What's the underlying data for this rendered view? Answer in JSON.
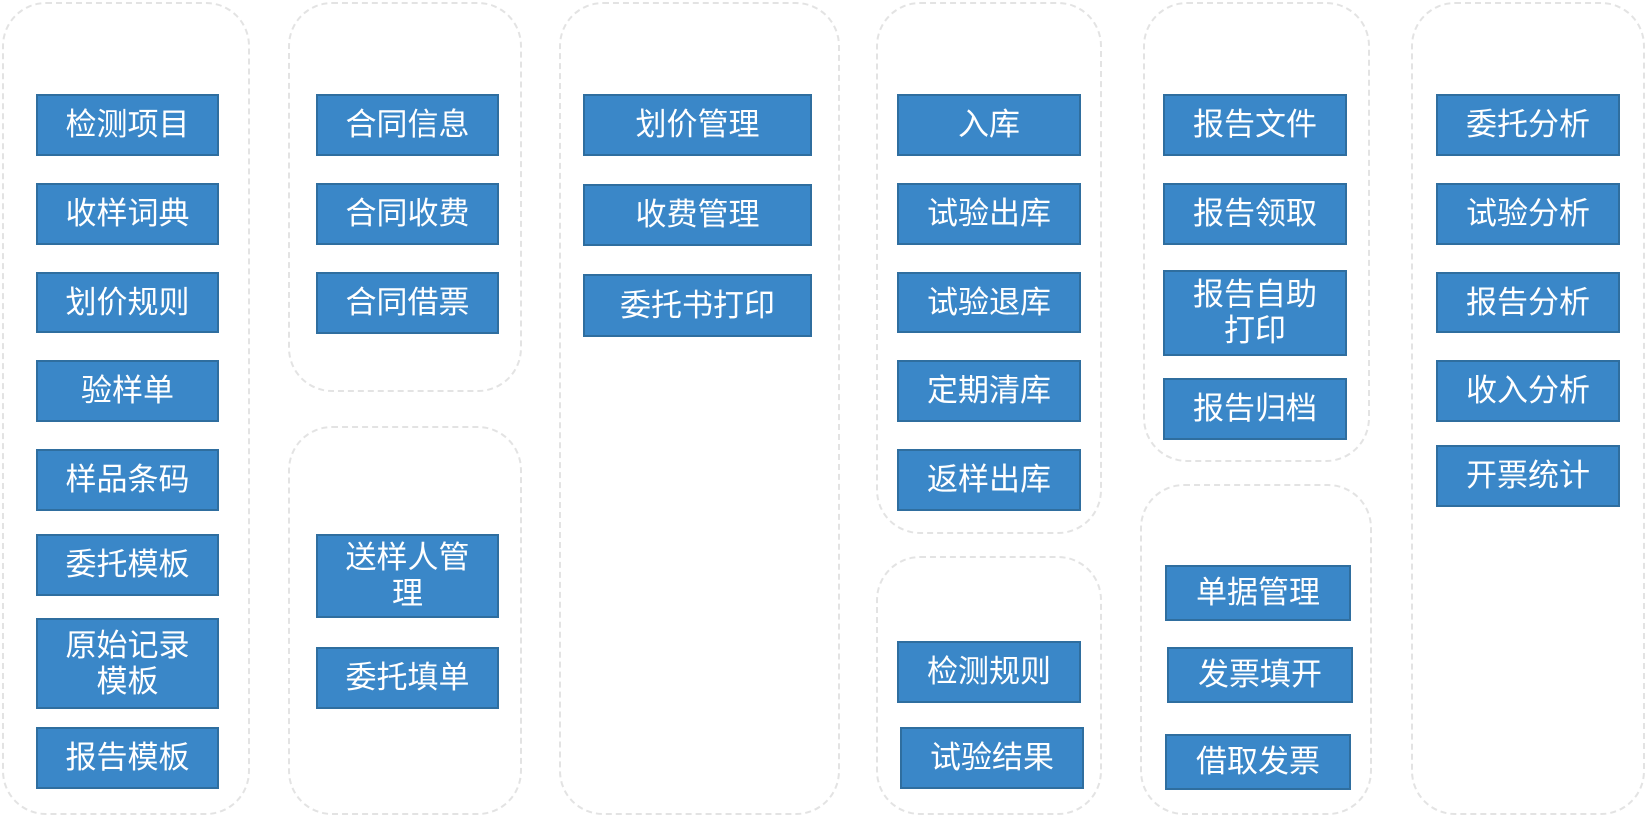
{
  "nodes": {
    "c1": {
      "n1": "检测项目",
      "n2": "收样词典",
      "n3": "划价规则",
      "n4": "验样单",
      "n5": "样品条码",
      "n6": "委托模板",
      "n7": "原始记录\n模板",
      "n8": "报告模板"
    },
    "c2a": {
      "n1": "合同信息",
      "n2": "合同收费",
      "n3": "合同借票"
    },
    "c2b": {
      "n1": "送样人管\n理",
      "n2": "委托填单"
    },
    "c3": {
      "n1": "划价管理",
      "n2": "收费管理",
      "n3": "委托书打印"
    },
    "c4a": {
      "n1": "入库",
      "n2": "试验出库",
      "n3": "试验退库",
      "n4": "定期清库",
      "n5": "返样出库"
    },
    "c4b": {
      "n1": "检测规则",
      "n2": "试验结果"
    },
    "c5a": {
      "n1": "报告文件",
      "n2": "报告领取",
      "n3": "报告自助\n打印",
      "n4": "报告归档"
    },
    "c5b": {
      "n1": "单据管理",
      "n2": "发票填开",
      "n3": "借取发票"
    },
    "c6": {
      "n1": "委托分析",
      "n2": "试验分析",
      "n3": "报告分析",
      "n4": "收入分析",
      "n5": "开票统计"
    }
  }
}
